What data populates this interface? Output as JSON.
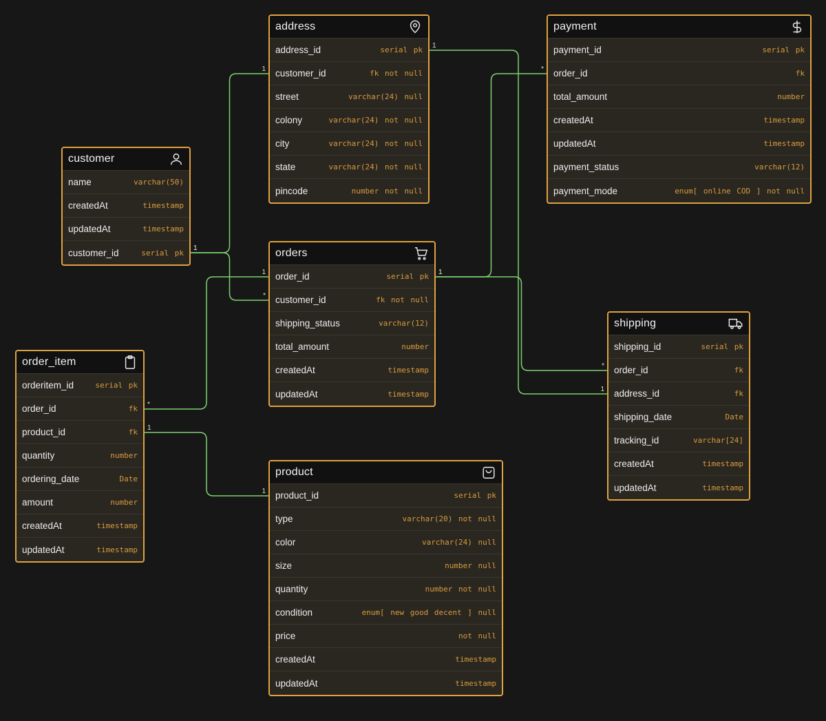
{
  "colors": {
    "background": "#171717",
    "entity_border": "#e0a23f",
    "relation_line": "#7bd36e",
    "type_text": "#d79b3d"
  },
  "entities": [
    {
      "id": "customer",
      "title": "customer",
      "icon": "user-icon",
      "fields": [
        {
          "name": "name",
          "type": "varchar(50)"
        },
        {
          "name": "createdAt",
          "type": "timestamp"
        },
        {
          "name": "updatedAt",
          "type": "timestamp"
        },
        {
          "name": "customer_id",
          "type": "serial pk"
        }
      ]
    },
    {
      "id": "address",
      "title": "address",
      "icon": "map-pin-icon",
      "fields": [
        {
          "name": "address_id",
          "type": "serial pk"
        },
        {
          "name": "customer_id",
          "type": "fk not null"
        },
        {
          "name": "street",
          "type": "varchar(24) null"
        },
        {
          "name": "colony",
          "type": "varchar(24) not null"
        },
        {
          "name": "city",
          "type": "varchar(24) not null"
        },
        {
          "name": "state",
          "type": "varchar(24) not null"
        },
        {
          "name": "pincode",
          "type": "number not null"
        }
      ]
    },
    {
      "id": "payment",
      "title": "payment",
      "icon": "dollar-icon",
      "fields": [
        {
          "name": "payment_id",
          "type": "serial pk"
        },
        {
          "name": "order_id",
          "type": "fk"
        },
        {
          "name": "total_amount",
          "type": "number"
        },
        {
          "name": "createdAt",
          "type": "timestamp"
        },
        {
          "name": "updatedAt",
          "type": "timestamp"
        },
        {
          "name": "payment_status",
          "type": "varchar(12)"
        },
        {
          "name": "payment_mode",
          "type": "enum[ online COD ] not null"
        }
      ]
    },
    {
      "id": "orders",
      "title": "orders",
      "icon": "cart-icon",
      "fields": [
        {
          "name": "order_id",
          "type": "serial pk"
        },
        {
          "name": "customer_id",
          "type": "fk not null"
        },
        {
          "name": "shipping_status",
          "type": "varchar(12)"
        },
        {
          "name": "total_amount",
          "type": "number"
        },
        {
          "name": "createdAt",
          "type": "timestamp"
        },
        {
          "name": "updatedAt",
          "type": "timestamp"
        }
      ]
    },
    {
      "id": "shipping",
      "title": "shipping",
      "icon": "truck-icon",
      "fields": [
        {
          "name": "shipping_id",
          "type": "serial pk"
        },
        {
          "name": "order_id",
          "type": "fk"
        },
        {
          "name": "address_id",
          "type": "fk"
        },
        {
          "name": "shipping_date",
          "type": "Date"
        },
        {
          "name": "tracking_id",
          "type": "varchar[24]"
        },
        {
          "name": "createdAt",
          "type": "timestamp"
        },
        {
          "name": "updatedAt",
          "type": "timestamp"
        }
      ]
    },
    {
      "id": "order_item",
      "title": "order_item",
      "icon": "clipboard-icon",
      "fields": [
        {
          "name": "orderitem_id",
          "type": "serial pk"
        },
        {
          "name": "order_id",
          "type": "fk"
        },
        {
          "name": "product_id",
          "type": "fk"
        },
        {
          "name": "quantity",
          "type": "number"
        },
        {
          "name": "ordering_date",
          "type": "Date"
        },
        {
          "name": "amount",
          "type": "number"
        },
        {
          "name": "createdAt",
          "type": "timestamp"
        },
        {
          "name": "updatedAt",
          "type": "timestamp"
        }
      ]
    },
    {
      "id": "product",
      "title": "product",
      "icon": "shopping-bag-icon",
      "fields": [
        {
          "name": "product_id",
          "type": "serial pk"
        },
        {
          "name": "type",
          "type": "varchar(20) not null"
        },
        {
          "name": "color",
          "type": "varchar(24) null"
        },
        {
          "name": "size",
          "type": "number null"
        },
        {
          "name": "quantity",
          "type": "number not null"
        },
        {
          "name": "condition",
          "type": "enum[ new good decent ] null"
        },
        {
          "name": "price",
          "type": "not null"
        },
        {
          "name": "createdAt",
          "type": "timestamp"
        },
        {
          "name": "updatedAt",
          "type": "timestamp"
        }
      ]
    }
  ],
  "relations": [
    {
      "from": "customer.customer_id",
      "to": "address.customer_id",
      "from_card": "1",
      "to_card": "1"
    },
    {
      "from": "customer.customer_id",
      "to": "orders.customer_id",
      "from_card": "1",
      "to_card": "*"
    },
    {
      "from": "orders.order_id",
      "to": "payment.order_id",
      "from_card": "1",
      "to_card": "*"
    },
    {
      "from": "orders.order_id",
      "to": "shipping.order_id",
      "from_card": "1",
      "to_card": "*"
    },
    {
      "from": "address.address_id",
      "to": "shipping.address_id",
      "from_card": "1",
      "to_card": "1"
    },
    {
      "from": "order_item.order_id",
      "to": "orders.order_id",
      "from_card": "*",
      "to_card": "1"
    },
    {
      "from": "order_item.product_id",
      "to": "product.product_id",
      "from_card": "1",
      "to_card": "1"
    }
  ]
}
